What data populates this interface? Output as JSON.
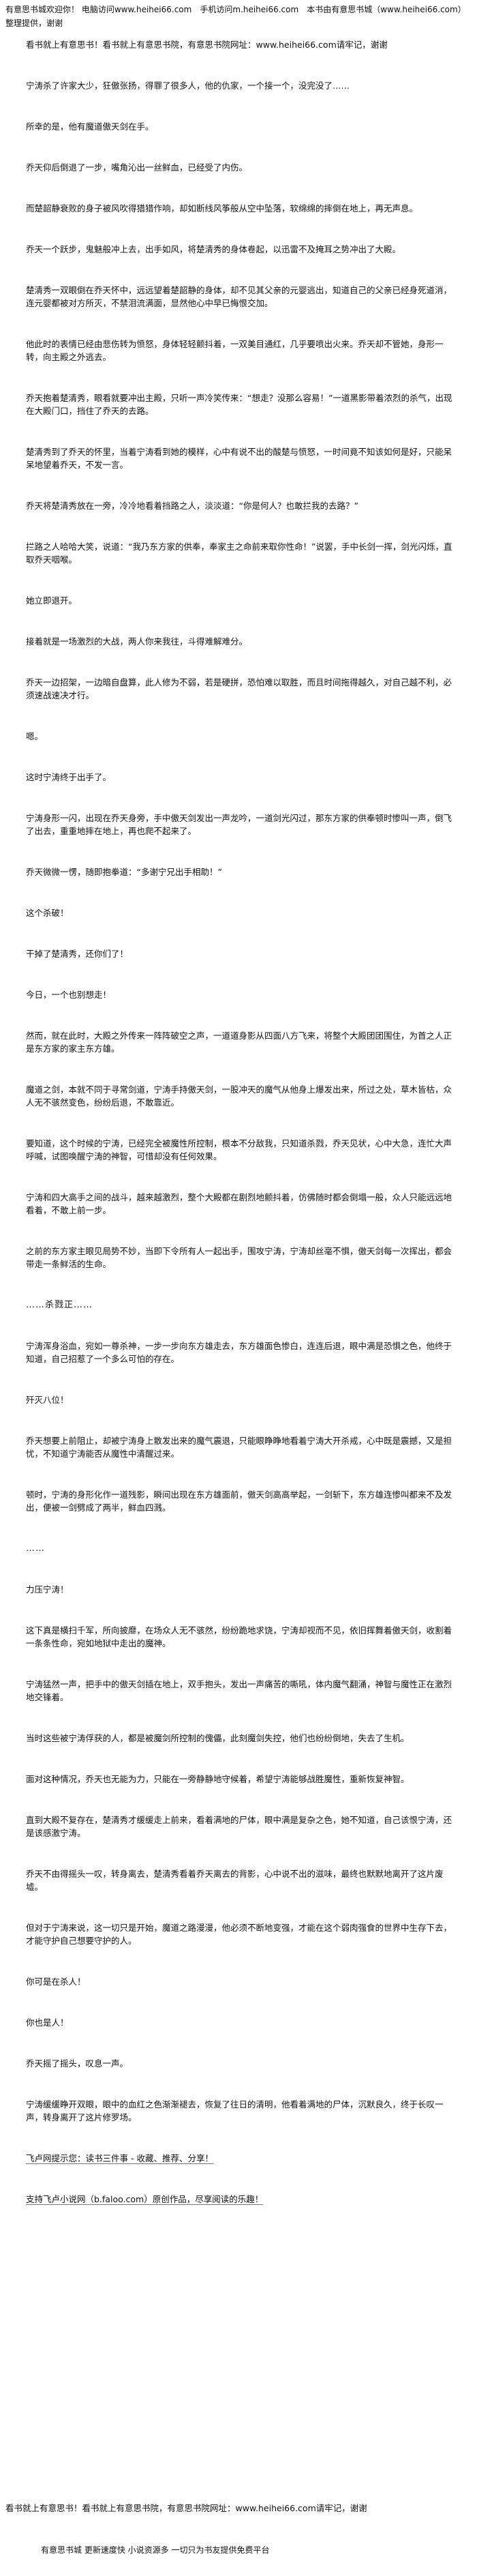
{
  "header": {
    "banner": "有意思书城欢迎你！ 电脑访问www.heihei66.com　手机访问m.heihei66.com　本书由有意思书城（www.heihei66.com）整理提供，谢谢"
  },
  "paragraphs": [
    "看书就上有意思书！看书就上有意思书院，有意思书院网址：www.heihei66.com请牢记，谢谢",
    "宁涛杀了许家大少，狂傲张扬，得罪了很多人，他的仇家，一个接一个，没完没了……",
    "所幸的是，他有魔道傲天剑在手。",
    "乔天仰后倒退了一步，嘴角沁出一丝鲜血，已经受了内伤。",
    "而楚韶静衰败的身子被风吹得猎猎作响，却如断线风筝般从空中坠落，软绵绵的摔倒在地上，再无声息。",
    "乔天一个跃步，鬼魅般冲上去，出手如风，将楚清秀的身体卷起，以迅雷不及掩耳之势冲出了大殿。",
    "楚清秀一双眼倒在乔天怀中，远远望着楚韶静的身体，却不见其父亲的元婴逃出，知道自己的父亲已经身死道消，连元婴都被对方所灭，不禁泪流满面，显然他心中早已悔恨交加。",
    "他此时的表情已经由悲伤转为愤怒，身体轻轻颤抖着，一双美目通红，几乎要喷出火来。乔天却不管她，身形一转，向主殿之外逃去。",
    "乔天抱着楚清秀，眼看就要冲出主殿，只听一声冷笑传来：“想走？没那么容易！”一道黑影带着浓烈的杀气，出现在大殿门口，挡住了乔天的去路。",
    "楚清秀到了乔天的怀里，当着宁涛看到她的模样，心中有说不出的酸楚与愤怒，一时间竟不知该如何是好，只能呆呆地望着乔天，不发一言。",
    "乔天将楚清秀放在一旁，冷冷地看着挡路之人，淡淡道：“你是何人？也敢拦我的去路？”",
    "拦路之人哈哈大笑，说道：“我乃东方家的供奉，奉家主之命前来取你性命！”说罢，手中长剑一挥，剑光闪烁，直取乔天咽喉。",
    "她立即退开。",
    "接着就是一场激烈的大战，两人你来我往，斗得难解难分。",
    "乔天一边招架，一边暗自盘算，此人修为不弱，若是硬拼，恐怕难以取胜，而且时间拖得越久，对自己越不利，必须速战速决才行。",
    "嗯。",
    "这时宁涛终于出手了。",
    "宁涛身形一闪，出现在乔天身旁，手中傲天剑发出一声龙吟，一道剑光闪过，那东方家的供奉顿时惨叫一声，倒飞了出去，重重地摔在地上，再也爬不起来了。",
    "乔天微微一愣，随即抱拳道：“多谢宁兄出手相助！”",
    "这个杀破！",
    "干掉了楚清秀，还你们了！",
    "今日，一个也别想走！",
    "然而，就在此时，大殿之外传来一阵阵破空之声，一道道身影从四面八方飞来，将整个大殿团团围住，为首之人正是东方家的家主东方雄。",
    "魔道之剑，本就不同于寻常剑道，宁涛手持傲天剑，一股冲天的魔气从他身上爆发出来，所过之处，草木皆枯，众人无不骇然变色，纷纷后退，不敢靠近。",
    "要知道，这个时候的宁涛，已经完全被魔性所控制，根本不分敌我，只知道杀戮，乔天见状，心中大急，连忙大声呼喊，试图唤醒宁涛的神智，可惜却没有任何效果。",
    "宁涛和四大高手之间的战斗，越来越激烈，整个大殿都在剧烈地颤抖着，仿佛随时都会倒塌一般，众人只能远远地看着，不敢上前一步。",
    "之前的东方家主眼见局势不妙，当即下令所有人一起出手，围攻宁涛，宁涛却丝毫不惧，傲天剑每一次挥出，都会带走一条鲜活的生命。",
    "……杀戮正……",
    "宁涛浑身浴血，宛如一尊杀神，一步一步向东方雄走去，东方雄面色惨白，连连后退，眼中满是恐惧之色，他终于知道，自己招惹了一个多么可怕的存在。",
    "歼灭八位！",
    "乔天想要上前阻止，却被宁涛身上散发出来的魔气震退，只能眼睁睁地看着宁涛大开杀戒，心中既是震撼，又是担忧，不知道宁涛能否从魔性中清醒过来。",
    "顿时，宁涛的身形化作一道残影，瞬间出现在东方雄面前，傲天剑高高举起，一剑斩下，东方雄连惨叫都来不及发出，便被一剑劈成了两半，鲜血四溅。",
    "……",
    "力压宁涛！",
    "这下真是横扫千军，所向披靡，在场众人无不骇然，纷纷跪地求饶，宁涛却视而不见，依旧挥舞着傲天剑，收割着一条条性命，宛如地狱中走出的魔神。",
    "宁涛猛然一声，把手中的傲天剑插在地上，双手抱头，发出一声痛苦的嘶吼，体内魔气翻涌，神智与魔性正在激烈地交锋着。",
    "当时这些被宁涛俘获的人，都是被魔剑所控制的傀儡，此刻魔剑失控，他们也纷纷倒地，失去了生机。",
    "面对这种情况，乔天也无能为力，只能在一旁静静地守候着，希望宁涛能够战胜魔性，重新恢复神智。",
    "直到大殿不复存在，楚清秀才缓缓走上前来，看着满地的尸体，眼中满是复杂之色，她不知道，自己该恨宁涛，还是该感激宁涛。",
    "乔天不由得摇头一叹，转身离去，楚清秀看着乔天离去的背影，心中说不出的滋味，最终也默默地离开了这片废墟。",
    "但对于宁涛来说，这一切只是开始，魔道之路漫漫，他必须不断地变强，才能在这个弱肉强食的世界中生存下去，才能守护自己想要守护的人。",
    "你可是在杀人！",
    "你也是人！",
    "乔天摇了摇头，叹息一声。",
    "宁涛缓缓睁开双眼，眼中的血红之色渐渐褪去，恢复了往日的清明，他看着满地的尸体，沉默良久，终于长叹一声，转身离开了这片修罗场。",
    "飞卢网提示您：读书三件事 - 收藏、推荐、分享！",
    "支持飞卢小说网（b.faloo.com）原创作品，尽享阅读的乐趣！"
  ],
  "footer": {
    "line1": "看书就上有意思书！看书就上有意思书院，有意思书院网址：www.heihei66.com请牢记，谢谢",
    "line2": "有意思书城 更新速度快 小说资源多 一切只为书友提供免费平台"
  }
}
